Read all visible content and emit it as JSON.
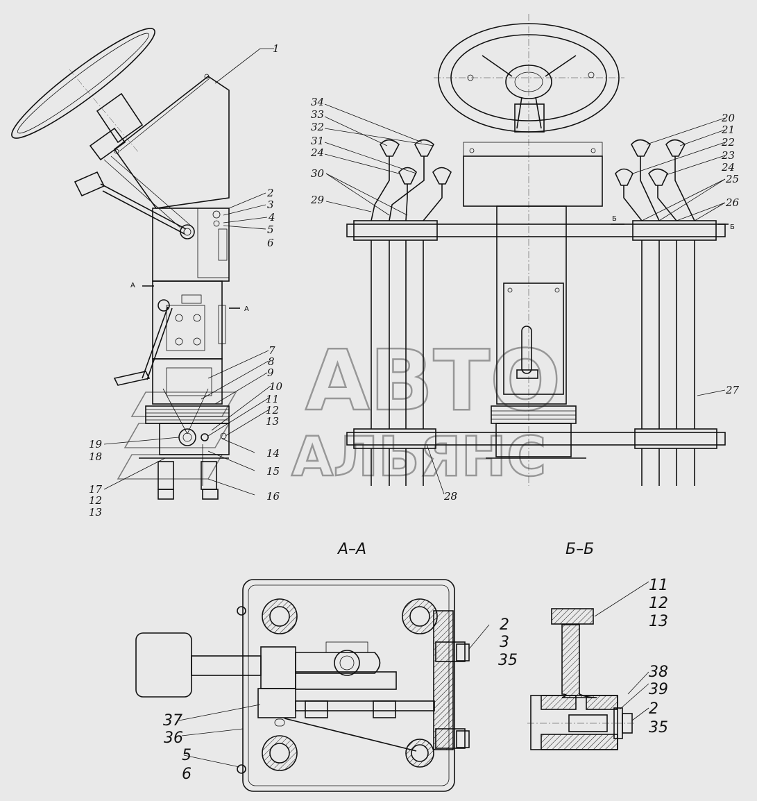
{
  "sections": {
    "aa": "А–А",
    "bb": "Б–Б"
  },
  "section_marks": {
    "a": "А",
    "b": "Б"
  },
  "watermark": {
    "line1": "АВТО",
    "line2": "АЛЬЯНС"
  },
  "callouts": {
    "c1": "1",
    "c2": "2",
    "c3": "3",
    "c4": "4",
    "c5": "5",
    "c6": "6",
    "c7": "7",
    "c8": "8",
    "c9": "9",
    "c10": "10",
    "c11": "11",
    "c12": "12",
    "c13": "13",
    "c14": "14",
    "c15": "15",
    "c16": "16",
    "c17": "17",
    "c17b": "12",
    "c17c": "13",
    "c19": "19",
    "c18": "18",
    "c20": "20",
    "c21": "21",
    "c22": "22",
    "c23": "23",
    "c24r": "24",
    "c25": "25",
    "c26": "26",
    "c27": "27",
    "c28": "28",
    "c29": "29",
    "c30": "30",
    "c31": "31",
    "c24l": "24",
    "c32": "32",
    "c33": "33",
    "c34": "34",
    "aa2": "2",
    "aa3": "3",
    "aa35": "35",
    "aa37": "37",
    "aa36": "36",
    "aa5": "5",
    "aa6": "6",
    "bb11": "11",
    "bb12": "12",
    "bb13": "13",
    "bb38": "38",
    "bb39": "39",
    "bb2": "2",
    "bb35": "35"
  }
}
